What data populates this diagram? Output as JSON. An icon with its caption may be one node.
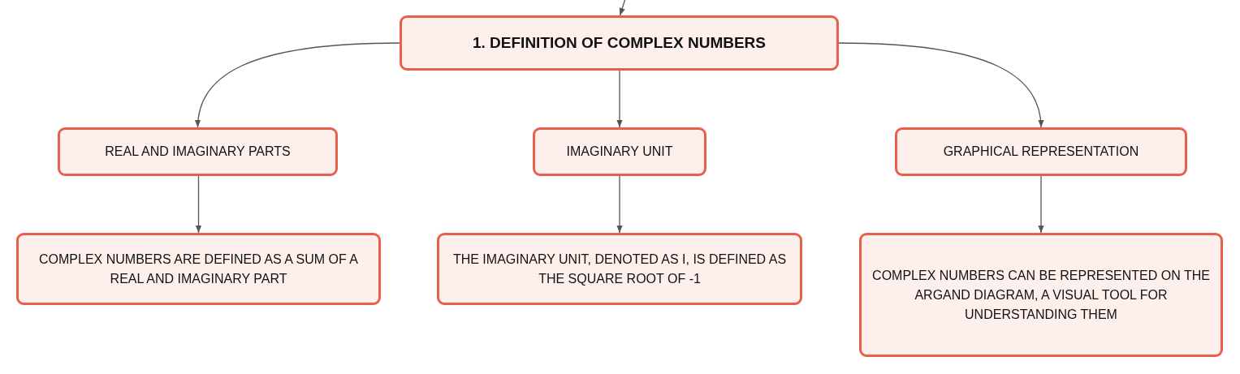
{
  "diagram": {
    "nodes": [
      {
        "text": [
          "1. DEFINITION OF COMPLEX NUMBERS"
        ]
      },
      {
        "text": [
          "REAL AND IMAGINARY PARTS"
        ]
      },
      {
        "text": [
          "IMAGINARY UNIT"
        ]
      },
      {
        "text": [
          "GRAPHICAL REPRESENTATION"
        ]
      },
      {
        "text": [
          "COMPLEX NUMBERS ARE DEFINED AS A SUM OF A REAL AND IMAGINARY PART"
        ]
      },
      {
        "text": [
          "THE IMAGINARY UNIT, DENOTED AS I, IS DEFINED AS THE SQUARE ROOT OF -1"
        ]
      },
      {
        "text": [
          "COMPLEX NUMBERS CAN BE REPRESENTED ON THE ARGAND DIAGRAM, A VISUAL TOOL FOR UNDERSTANDING THEM"
        ]
      }
    ],
    "edges": [
      {
        "from": null,
        "to": 0,
        "arrow": "to"
      },
      {
        "from": 0,
        "to": 1,
        "arrow": "to"
      },
      {
        "from": 0,
        "to": 2,
        "arrow": "to"
      },
      {
        "from": 0,
        "to": 3,
        "arrow": "to"
      },
      {
        "from": 1,
        "to": 4,
        "arrow": "to"
      },
      {
        "from": 2,
        "to": 5,
        "arrow": "to"
      },
      {
        "from": 3,
        "to": 6,
        "arrow": "to"
      }
    ]
  }
}
